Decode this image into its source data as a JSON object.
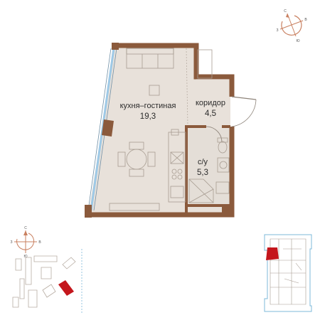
{
  "rooms": [
    {
      "id": "living-kitchen",
      "label": "кухня–гостиная",
      "area": "19,3"
    },
    {
      "id": "corridor",
      "label": "коридор",
      "area": "4,5"
    },
    {
      "id": "bathroom",
      "label": "с/у",
      "area": "5,3"
    }
  ],
  "compass": {
    "top_right_letters": [
      "С",
      "Ю",
      "З",
      "В"
    ],
    "bottom_left_letters": [
      "С",
      "Ю",
      "З",
      "В"
    ]
  },
  "colors": {
    "wall": "#8b5a3c",
    "floor_living": "#e8e1da",
    "floor_wet": "#e3ddd6",
    "window": "#9ec9e6",
    "compass": "#c98060",
    "highlight": "#c4161c",
    "building_outline": "#7cb8da"
  }
}
